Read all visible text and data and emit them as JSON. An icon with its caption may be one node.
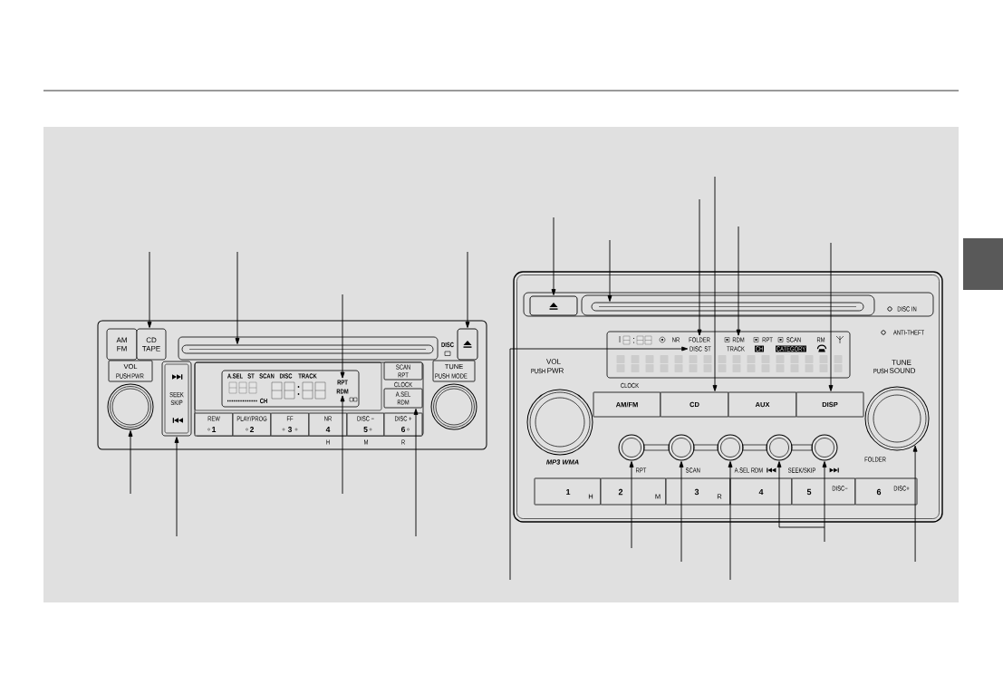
{
  "diagram": {
    "nodes": [
      {
        "text": [
          "DISC",
          "CLOCK",
          "H",
          "M",
          "R"
        ]
      },
      {
        "text": [
          "AM FM"
        ],
        "in": 0
      },
      {
        "text": [
          "CD TAPE"
        ],
        "in": 0
      },
      {
        "text": [],
        "shape": "bar",
        "in": 0
      },
      {
        "text": [],
        "shape": "box",
        "in": 0
      },
      {
        "text": [
          "VOL",
          "PUSH",
          "PWR"
        ],
        "in": 0
      },
      {
        "text": [],
        "shape": "circle",
        "in": 0
      },
      {
        "text": [
          "SEEK SKIP"
        ],
        "in": 0
      },
      {
        "text": [
          "A.SEL",
          "ST",
          "SCAN",
          "DISC",
          "TRACK",
          "CH"
        ],
        "in": 0
      },
      {
        "text": [
          "RPT"
        ],
        "in": 8
      },
      {
        "text": [
          "RDM"
        ],
        "in": 8
      },
      {
        "text": [
          "SCAN RPT"
        ],
        "in": 0
      },
      {
        "text": [
          "A.SEL RDM"
        ],
        "in": 0
      },
      {
        "text": [
          "TUNE",
          "PUSH",
          "MODE"
        ],
        "in": 0
      },
      {
        "text": [],
        "shape": "circle",
        "in": 0
      },
      {
        "text": [
          "REW",
          "1"
        ],
        "in": 0
      },
      {
        "text": [
          "PLAY/PROG",
          "2"
        ],
        "in": 0
      },
      {
        "text": [
          "FF",
          "3"
        ],
        "in": 0
      },
      {
        "text": [
          "NR",
          "4"
        ],
        "in": 0
      },
      {
        "text": [
          "DISC −",
          "5"
        ],
        "in": 0
      },
      {
        "text": [
          "DISC +",
          "6"
        ],
        "in": 0
      },
      {
        "text": [
          "DISC IN",
          "ANTI-THEFT",
          "VOL",
          "PUSH",
          "PWR",
          "TUNE",
          "PUSH",
          "SOUND",
          "CLOCK",
          "MP3 WMA",
          "SEEK/SKIP"
        ]
      },
      {
        "text": [],
        "shape": "box",
        "in": 21
      },
      {
        "text": [],
        "shape": "bar",
        "in": 21
      },
      {
        "text": [
          "NR",
          "RPT",
          "SCAN",
          "RM",
          "ST",
          "TRACK",
          "CH",
          "CATEGORY"
        ],
        "in": 21
      },
      {
        "text": [
          "FOLDER"
        ],
        "in": 24
      },
      {
        "text": [
          "RDM"
        ],
        "in": 24
      },
      {
        "text": [
          "DISC"
        ],
        "in": 24
      },
      {
        "text": [
          "AM/FM"
        ],
        "in": 21
      },
      {
        "text": [
          "CD"
        ],
        "in": 21
      },
      {
        "text": [
          "AUX"
        ],
        "in": 21
      },
      {
        "text": [
          "DISP"
        ],
        "in": 21
      },
      {
        "text": [],
        "shape": "circle",
        "in": 21
      },
      {
        "text": [],
        "shape": "circle",
        "in": 21,
        "beside": [
          "FOLDER"
        ]
      },
      {
        "text": [],
        "shape": "circle",
        "in": 21,
        "beside": [
          "RPT"
        ]
      },
      {
        "text": [],
        "shape": "circle",
        "in": 21,
        "beside": [
          "SCAN"
        ]
      },
      {
        "text": [],
        "shape": "circle",
        "in": 21,
        "beside": [
          "A.SEL RDM"
        ]
      },
      {
        "text": [],
        "shape": "circle",
        "in": 21
      },
      {
        "text": [],
        "shape": "circle",
        "in": 21
      },
      {
        "text": [
          "1",
          "H"
        ],
        "in": 21
      },
      {
        "text": [
          "2",
          "M"
        ],
        "in": 21
      },
      {
        "text": [
          "3",
          "R"
        ],
        "in": 21
      },
      {
        "text": [
          "4"
        ],
        "in": 21
      },
      {
        "text": [
          "5",
          "DISC−"
        ],
        "in": 21
      },
      {
        "text": [
          "6",
          "DISC+"
        ],
        "in": 21
      }
    ],
    "edges": [
      {
        "from": null,
        "to": 2,
        "arrow": "to"
      },
      {
        "from": null,
        "to": 3,
        "arrow": "to"
      },
      {
        "from": null,
        "to": 4,
        "arrow": "to"
      },
      {
        "from": null,
        "to": 9,
        "arrow": "to"
      },
      {
        "from": null,
        "to": 6,
        "arrow": "to"
      },
      {
        "from": null,
        "to": 7,
        "arrow": "to"
      },
      {
        "from": null,
        "to": 10,
        "arrow": "to"
      },
      {
        "from": null,
        "to": 12,
        "arrow": "to"
      },
      {
        "from": null,
        "to": 22,
        "arrow": "to"
      },
      {
        "from": null,
        "to": 23,
        "arrow": "to"
      },
      {
        "from": null,
        "to": 25,
        "arrow": "to"
      },
      {
        "from": null,
        "to": 29,
        "arrow": "to"
      },
      {
        "from": null,
        "to": 26,
        "arrow": "to"
      },
      {
        "from": null,
        "to": 31,
        "arrow": "to"
      },
      {
        "from": null,
        "to": 27,
        "arrow": "to"
      },
      {
        "from": null,
        "to": 34,
        "arrow": "to"
      },
      {
        "from": null,
        "to": 35,
        "arrow": "to"
      },
      {
        "from": null,
        "to": 36,
        "arrow": "to"
      },
      {
        "from": null,
        "to": 38,
        "arrow": "to"
      },
      {
        "from": null,
        "to": 37,
        "arrow": "to"
      },
      {
        "from": null,
        "to": 33,
        "arrow": "to"
      }
    ]
  }
}
